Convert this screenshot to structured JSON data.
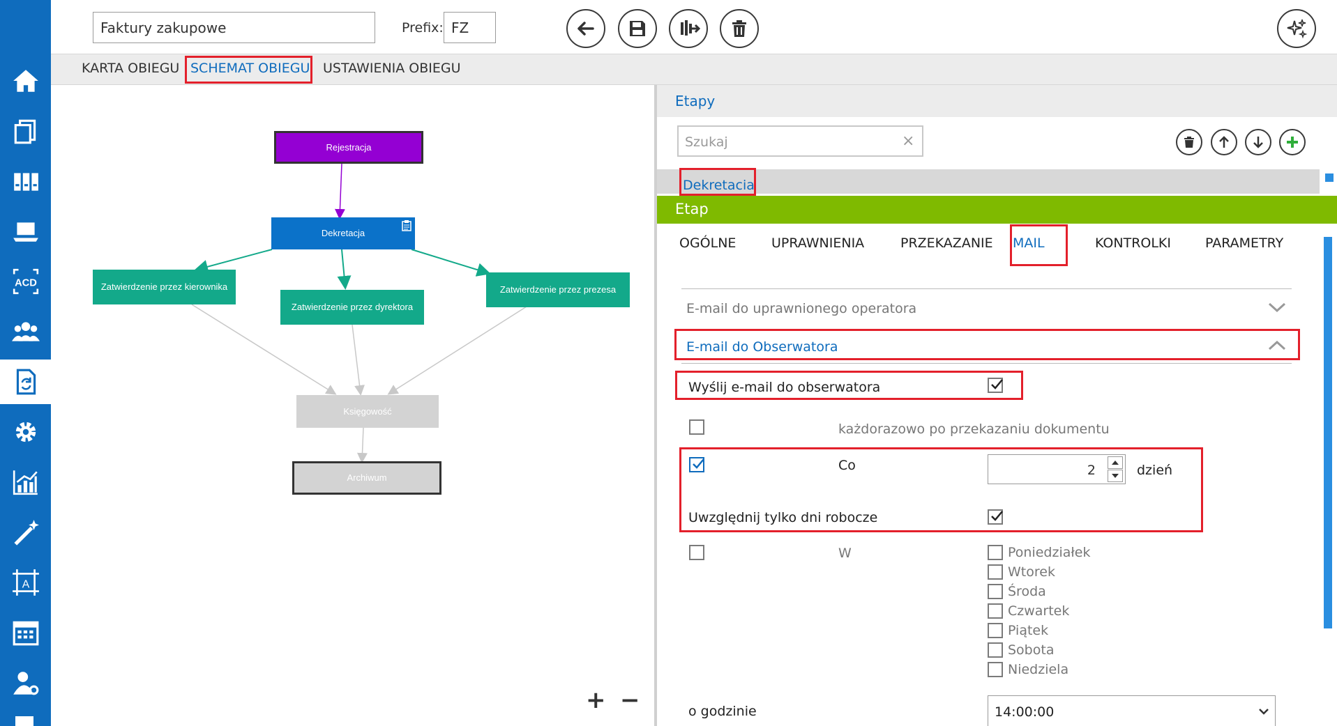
{
  "header": {
    "name_value": "Faktury zakupowe",
    "prefix_label": "Prefix:",
    "prefix_value": "FZ"
  },
  "subtabs": [
    "KARTA OBIEGU",
    "SCHEMAT OBIEGU",
    "USTAWIENIA OBIEGU"
  ],
  "diagram": {
    "nodes": {
      "rejestracja": "Rejestracja",
      "dekretacja": "Dekretacja",
      "kierownik": "Zatwierdzenie przez kierownika",
      "dyrektor": "Zatwierdzenie przez dyrektora",
      "prezes": "Zatwierdzenie przez prezesa",
      "ksiegowosc": "Księgowość",
      "archiwum": "Archiwum"
    },
    "zoom_in": "+",
    "zoom_out": "−"
  },
  "etapy": {
    "title": "Etapy",
    "search_placeholder": "Szukaj",
    "selected_stage": "Dekretacia"
  },
  "etap": {
    "title": "Etap",
    "tabs": [
      "OGÓLNE",
      "UPRAWNIENIA",
      "PRZEKAZANIE",
      "MAIL",
      "KONTROLKI",
      "PARAMETRY"
    ],
    "active_tab": "MAIL"
  },
  "mail": {
    "section1": "E-mail do uprawnionego operatora",
    "section2": "E-mail do Obserwatora",
    "send_label": "Wyślij e-mail do obserwatora",
    "send_checked": true,
    "each_label": "każdorazowo po przekazaniu dokumentu",
    "each_checked": false,
    "co_label": "Co",
    "co_checked": true,
    "co_value": "2",
    "co_unit": "dzień",
    "workdays_label": "Uwzględnij tylko dni robocze",
    "workdays_checked": true,
    "w_label": "W",
    "w_checked": false,
    "days": [
      "Poniedziałek",
      "Wtorek",
      "Środa",
      "Czwartek",
      "Piątek",
      "Sobota",
      "Niedziela"
    ],
    "hour_label": "o godzinie",
    "hour_value": "14:00:00"
  },
  "colors": {
    "nav": "#0f6cbd",
    "accent_green": "#7fba00",
    "rejestracja": "#9400d3",
    "dekretacja": "#0b72c9",
    "teal": "#13a98a",
    "grey_node": "#d3d3d3",
    "highlight_red": "#e3202b"
  }
}
